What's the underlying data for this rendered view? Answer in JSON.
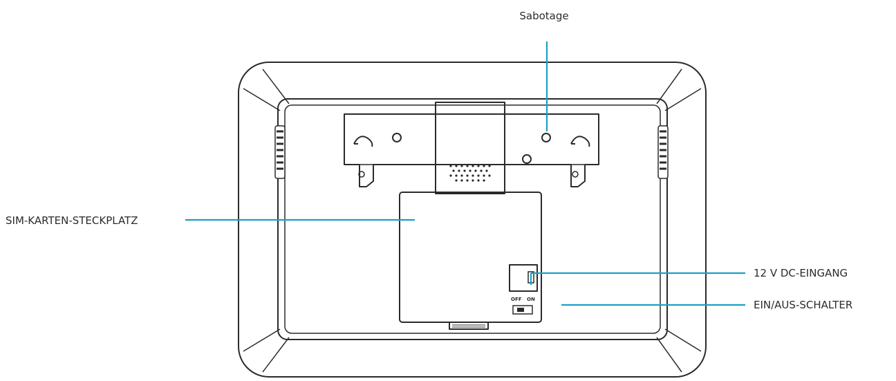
{
  "labels": {
    "tamper": "Sabotage",
    "sim_slot": "SIM-KARTEN-STECKPLATZ",
    "dc_input": "12 V DC-EINGANG",
    "power_switch": "EIN/AUS-SCHALTER",
    "switch_off": "OFF",
    "switch_on": "ON"
  },
  "colors": {
    "leader": "#1aa0c8",
    "outline": "#2a2a2a",
    "text": "#2b2b2b"
  }
}
